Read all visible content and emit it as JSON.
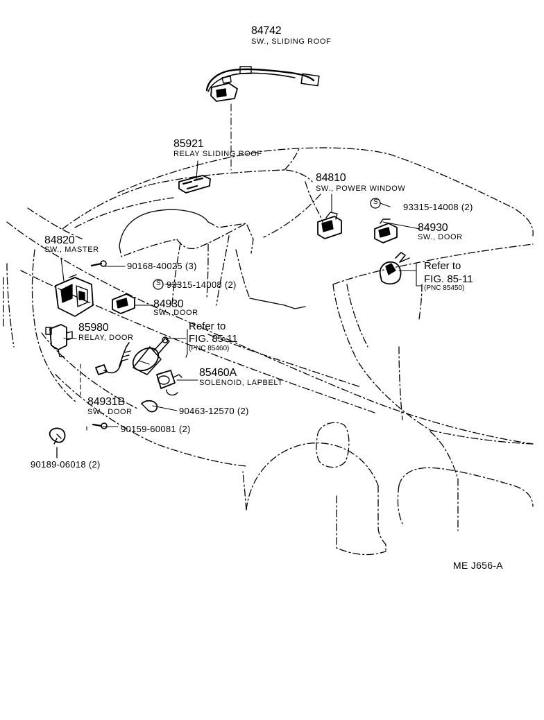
{
  "diagram_code": "ME  J656-A",
  "parts": [
    {
      "id": "sliding_roof_switch",
      "pn": "84742",
      "desc": "SW., SLIDING ROOF"
    },
    {
      "id": "relay_sliding_roof",
      "pn": "85921",
      "desc": "RELAY SLIDING ROOF"
    },
    {
      "id": "power_window_switch",
      "pn": "84810",
      "desc": "SW., POWER WINDOW"
    },
    {
      "id": "master_switch",
      "pn": "84820",
      "desc": "SW., MASTER"
    },
    {
      "id": "door_switch_left",
      "pn": "84930",
      "desc": "SW., DOOR"
    },
    {
      "id": "door_switch_right",
      "pn": "84930",
      "desc": "SW., DOOR"
    },
    {
      "id": "relay_door",
      "pn": "85980",
      "desc": "RELAY, DOOR"
    },
    {
      "id": "solenoid_lapbelt",
      "pn": "85460A",
      "desc": "SOLENOID, LAPBELT"
    },
    {
      "id": "door_switch_b",
      "pn": "84931B",
      "desc": "SW., DOOR"
    }
  ],
  "fasteners": [
    {
      "id": "screw_master",
      "pn": "90168-40025 (3)"
    },
    {
      "id": "s_screw_left",
      "pn": "93315-14008 (2)",
      "mark": "S"
    },
    {
      "id": "s_screw_right",
      "pn": "93315-14008 (2)",
      "mark": "S"
    },
    {
      "id": "clamp",
      "pn": "90463-12570 (2)"
    },
    {
      "id": "screw_door_b",
      "pn": "90159-60081 (2)"
    },
    {
      "id": "clip",
      "pn": "90189-06018 (2)"
    }
  ],
  "references": [
    {
      "id": "ref_center",
      "text": "Refer to",
      "fig": "FIG. 85-11",
      "pnc": "(PNC 85460)"
    },
    {
      "id": "ref_right",
      "text": "Refer to",
      "fig": "FIG. 85-11",
      "pnc": "(PNC 85450)"
    }
  ]
}
